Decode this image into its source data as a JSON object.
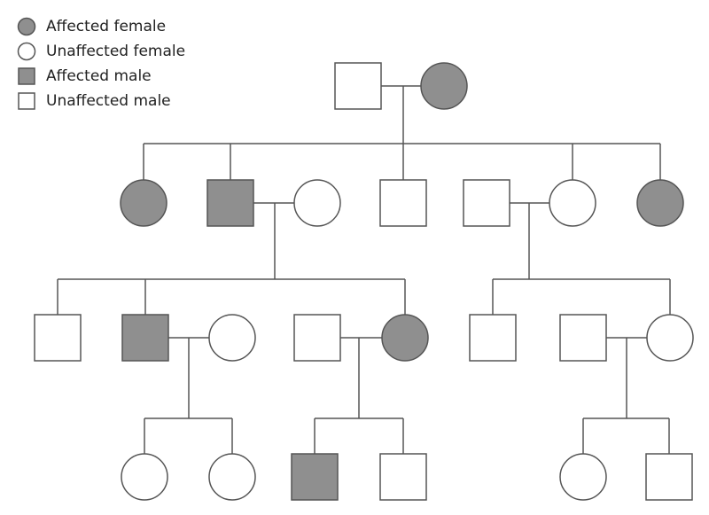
{
  "colors": {
    "affected": "#8f8f8f",
    "unaffected": "#ffffff",
    "stroke": "#555555"
  },
  "legend": [
    {
      "shape": "circle",
      "affected": true,
      "label": "Affected female"
    },
    {
      "shape": "circle",
      "affected": false,
      "label": "Unaffected female"
    },
    {
      "shape": "square",
      "affected": true,
      "label": "Affected male"
    },
    {
      "shape": "square",
      "affected": false,
      "label": "Unaffected male"
    }
  ],
  "individuals": [
    {
      "id": "g1-father",
      "generation": 1,
      "sex": "male",
      "affected": false
    },
    {
      "id": "g1-mother",
      "generation": 1,
      "sex": "female",
      "affected": true
    },
    {
      "id": "g2-1",
      "generation": 2,
      "sex": "female",
      "affected": true
    },
    {
      "id": "g2-2",
      "generation": 2,
      "sex": "male",
      "affected": true
    },
    {
      "id": "g2-2-spouse",
      "generation": 2,
      "sex": "female",
      "affected": false
    },
    {
      "id": "g2-3",
      "generation": 2,
      "sex": "male",
      "affected": false
    },
    {
      "id": "g2-4-spouse",
      "generation": 2,
      "sex": "male",
      "affected": false
    },
    {
      "id": "g2-4",
      "generation": 2,
      "sex": "female",
      "affected": false
    },
    {
      "id": "g2-5",
      "generation": 2,
      "sex": "female",
      "affected": true
    },
    {
      "id": "g3-1",
      "generation": 3,
      "sex": "male",
      "affected": false
    },
    {
      "id": "g3-2",
      "generation": 3,
      "sex": "male",
      "affected": true
    },
    {
      "id": "g3-2-spouse",
      "generation": 3,
      "sex": "female",
      "affected": false
    },
    {
      "id": "g3-3-spouse",
      "generation": 3,
      "sex": "male",
      "affected": false
    },
    {
      "id": "g3-3",
      "generation": 3,
      "sex": "female",
      "affected": true
    },
    {
      "id": "g3-4",
      "generation": 3,
      "sex": "male",
      "affected": false
    },
    {
      "id": "g3-5-spouse",
      "generation": 3,
      "sex": "male",
      "affected": false
    },
    {
      "id": "g3-5",
      "generation": 3,
      "sex": "female",
      "affected": false
    },
    {
      "id": "g4-1",
      "generation": 4,
      "sex": "female",
      "affected": false
    },
    {
      "id": "g4-2",
      "generation": 4,
      "sex": "female",
      "affected": false
    },
    {
      "id": "g4-3",
      "generation": 4,
      "sex": "male",
      "affected": true
    },
    {
      "id": "g4-4",
      "generation": 4,
      "sex": "male",
      "affected": false
    },
    {
      "id": "g4-5",
      "generation": 4,
      "sex": "female",
      "affected": false
    },
    {
      "id": "g4-6",
      "generation": 4,
      "sex": "male",
      "affected": false
    }
  ],
  "couples": [
    {
      "id": "c1",
      "partners": [
        "g1-father",
        "g1-mother"
      ],
      "children": [
        "g2-1",
        "g2-2",
        "g2-3",
        "g2-5"
      ]
    },
    {
      "id": "c2",
      "partners": [
        "g2-2",
        "g2-2-spouse"
      ],
      "children": [
        "g3-1",
        "g3-2",
        "g3-3"
      ]
    },
    {
      "id": "c3",
      "partners": [
        "g2-4-spouse",
        "g2-4"
      ],
      "children": [
        "g3-4",
        "g3-5"
      ]
    },
    {
      "id": "c4",
      "partners": [
        "g3-2",
        "g3-2-spouse"
      ],
      "children": [
        "g4-1",
        "g4-2"
      ]
    },
    {
      "id": "c5",
      "partners": [
        "g3-3-spouse",
        "g3-3"
      ],
      "children": [
        "g4-3",
        "g4-4"
      ]
    },
    {
      "id": "c6",
      "partners": [
        "g3-5-spouse",
        "g3-5"
      ],
      "children": [
        "g4-5",
        "g4-6"
      ]
    }
  ],
  "extra_child_links": [
    {
      "parent_couple": "c1",
      "child": "g2-4"
    }
  ]
}
